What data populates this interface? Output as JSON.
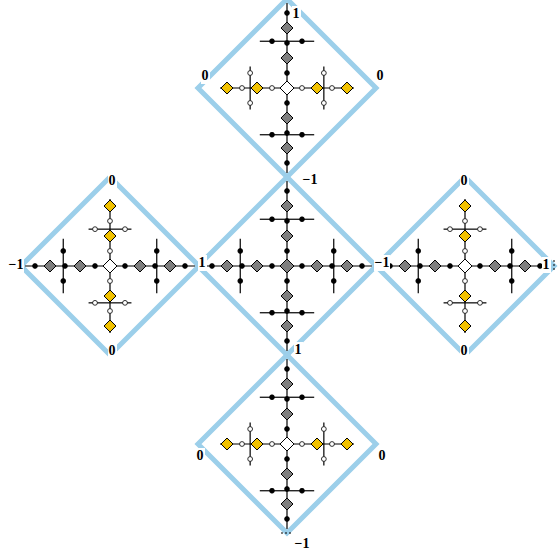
{
  "diagram": {
    "labels": [
      "1",
      "0",
      "0",
      "−1",
      "0",
      "0",
      "−1",
      "1",
      "−1",
      "1",
      "0",
      "0",
      "1",
      "0",
      "0",
      "−1"
    ]
  }
}
